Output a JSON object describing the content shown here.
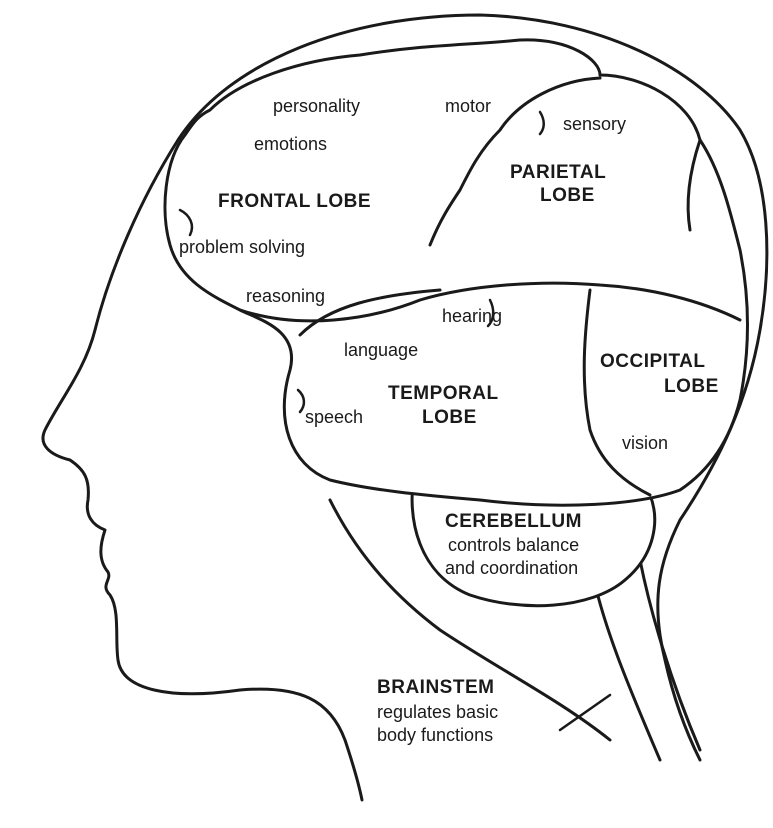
{
  "lobes": {
    "frontal": {
      "title": "FRONTAL LOBE",
      "functions": [
        "personality",
        "emotions",
        "problem solving",
        "reasoning",
        "motor"
      ]
    },
    "parietal": {
      "title_lines": [
        "PARIETAL",
        "LOBE"
      ],
      "functions": [
        "sensory"
      ]
    },
    "temporal": {
      "title_lines": [
        "TEMPORAL",
        "LOBE"
      ],
      "functions": [
        "hearing",
        "language",
        "speech"
      ]
    },
    "occipital": {
      "title_lines": [
        "OCCIPITAL",
        "LOBE"
      ],
      "functions": [
        "vision"
      ]
    },
    "cerebellum": {
      "title": "CEREBELLUM",
      "description_lines": [
        "controls balance",
        "and coordination"
      ]
    },
    "brainstem": {
      "title": "BRAINSTEM",
      "description_lines": [
        "regulates basic",
        "body functions"
      ]
    }
  }
}
